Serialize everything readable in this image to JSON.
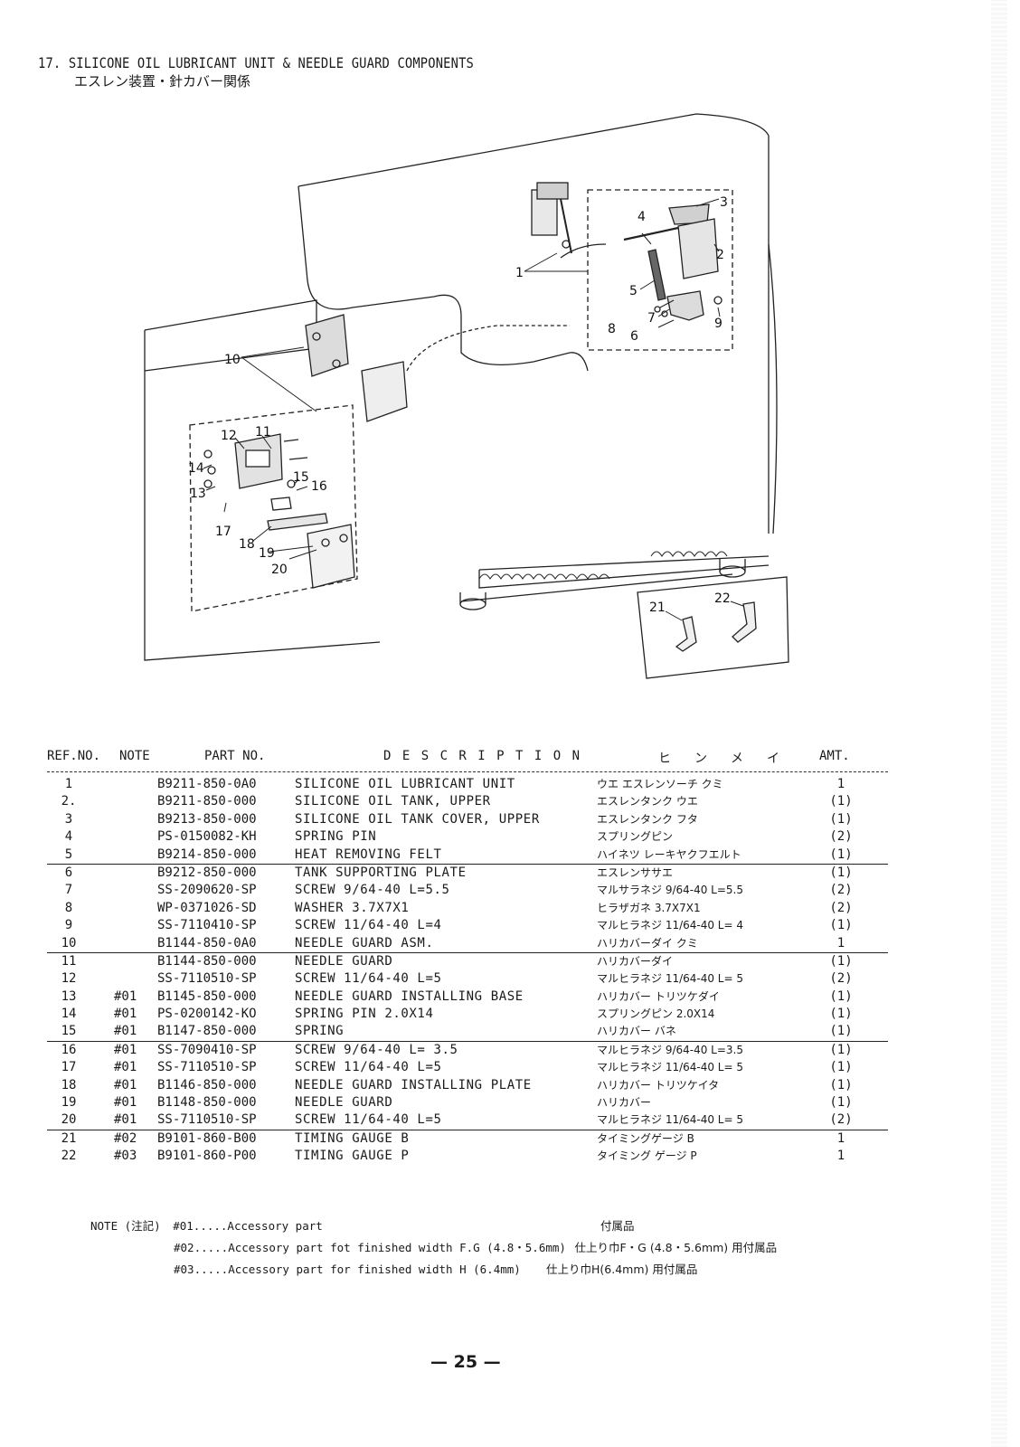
{
  "header": {
    "title_en": "17. SILICONE OIL LUBRICANT UNIT & NEEDLE GUARD COMPONENTS",
    "title_jp": "エスレン装置・針カバー関係"
  },
  "diagram": {
    "callouts": [
      "1",
      "2",
      "3",
      "4",
      "5",
      "6",
      "7",
      "8",
      "9",
      "10",
      "11",
      "12",
      "13",
      "14",
      "15",
      "16",
      "17",
      "18",
      "19",
      "20",
      "21",
      "22"
    ]
  },
  "table": {
    "headers": {
      "ref": "REF.NO.",
      "note": "NOTE",
      "part": "PART NO.",
      "desc": "D E S C R I P T I O N",
      "kana": "ヒ　ン　メ　イ",
      "amt": "AMT."
    },
    "rows": [
      {
        "ref": "1",
        "note": "",
        "part": "B9211-850-0A0",
        "desc": "SILICONE OIL LUBRICANT UNIT",
        "kana": "ウエ エスレンソーチ クミ",
        "amt": "1"
      },
      {
        "ref": "2.",
        "note": "",
        "part": "B9211-850-000",
        "desc": "SILICONE OIL TANK, UPPER",
        "kana": "エスレンタンク ウエ",
        "amt": "(1)"
      },
      {
        "ref": "3",
        "note": "",
        "part": "B9213-850-000",
        "desc": "SILICONE OIL TANK COVER, UPPER",
        "kana": "エスレンタンク フタ",
        "amt": "(1)"
      },
      {
        "ref": "4",
        "note": "",
        "part": "PS-0150082-KH",
        "desc": "SPRING PIN",
        "kana": "スプリングピン",
        "amt": "(2)"
      },
      {
        "ref": "5",
        "note": "",
        "part": "B9214-850-000",
        "desc": "HEAT REMOVING FELT",
        "kana": "ハイネツ レーキヤクフエルト",
        "amt": "(1)"
      },
      {
        "ref": "6",
        "note": "",
        "part": "B9212-850-000",
        "desc": "TANK SUPPORTING PLATE",
        "kana": "エスレンササエ",
        "amt": "(1)"
      },
      {
        "ref": "7",
        "note": "",
        "part": "SS-2090620-SP",
        "desc": "SCREW 9/64-40 L=5.5",
        "kana": "マルサラネジ 9/64-40 L=5.5",
        "amt": "(2)"
      },
      {
        "ref": "8",
        "note": "",
        "part": "WP-0371026-SD",
        "desc": "WASHER 3.7X7X1",
        "kana": "ヒラザガネ 3.7X7X1",
        "amt": "(2)"
      },
      {
        "ref": "9",
        "note": "",
        "part": "SS-7110410-SP",
        "desc": "SCREW  11/64-40 L=4",
        "kana": "マルヒラネジ 11/64-40 L= 4",
        "amt": "(1)"
      },
      {
        "ref": "10",
        "note": "",
        "part": "B1144-850-0A0",
        "desc": "NEEDLE GUARD ASM.",
        "kana": "ハリカバーダイ クミ",
        "amt": "1"
      },
      {
        "ref": "11",
        "note": "",
        "part": "B1144-850-000",
        "desc": "NEEDLE GUARD",
        "kana": "ハリカバーダイ",
        "amt": "(1)"
      },
      {
        "ref": "12",
        "note": "",
        "part": "SS-7110510-SP",
        "desc": "SCREW  11/64-40 L=5",
        "kana": "マルヒラネジ 11/64-40 L= 5",
        "amt": "(2)"
      },
      {
        "ref": "13",
        "note": "#01",
        "part": "B1145-850-000",
        "desc": "NEEDLE GUARD INSTALLING BASE",
        "kana": "ハリカバー トリツケダイ",
        "amt": "(1)"
      },
      {
        "ref": "14",
        "note": "#01",
        "part": "PS-0200142-KO",
        "desc": "SPRING PIN 2.0X14",
        "kana": "スプリングピン 2.0X14",
        "amt": "(1)"
      },
      {
        "ref": "15",
        "note": "#01",
        "part": "B1147-850-000",
        "desc": "SPRING",
        "kana": "ハリカバー バネ",
        "amt": "(1)"
      },
      {
        "ref": "16",
        "note": "#01",
        "part": "SS-7090410-SP",
        "desc": "SCREW 9/64-40 L= 3.5",
        "kana": "マルヒラネジ 9/64-40 L=3.5",
        "amt": "(1)"
      },
      {
        "ref": "17",
        "note": "#01",
        "part": "SS-7110510-SP",
        "desc": "SCREW  11/64-40 L=5",
        "kana": "マルヒラネジ 11/64-40 L= 5",
        "amt": "(1)"
      },
      {
        "ref": "18",
        "note": "#01",
        "part": "B1146-850-000",
        "desc": "NEEDLE GUARD INSTALLING PLATE",
        "kana": "ハリカバー トリツケイタ",
        "amt": "(1)"
      },
      {
        "ref": "19",
        "note": "#01",
        "part": "B1148-850-000",
        "desc": "NEEDLE GUARD",
        "kana": "ハリカバー",
        "amt": "(1)"
      },
      {
        "ref": "20",
        "note": "#01",
        "part": "SS-7110510-SP",
        "desc": "SCREW  11/64-40 L=5",
        "kana": "マルヒラネジ 11/64-40 L= 5",
        "amt": "(2)"
      },
      {
        "ref": "21",
        "note": "#02",
        "part": "B9101-860-B00",
        "desc": "TIMING GAUGE B",
        "kana": "タイミングゲージ B",
        "amt": "1"
      },
      {
        "ref": "22",
        "note": "#03",
        "part": "B9101-860-P00",
        "desc": "TIMING GAUGE P",
        "kana": "タイミング ゲージ P",
        "amt": "1"
      }
    ]
  },
  "notes": {
    "label": "NOTE (注記)",
    "n1": "#01.....Accessory part",
    "n1_jp": "付属品",
    "n2": "#02.....Accessory part fot finished width F.G (4.8・5.6mm)",
    "n2_jp": "仕上り巾F・G (4.8・5.6mm) 用付属品",
    "n3": "#03.....Accessory part for finished width H (6.4mm)",
    "n3_jp": "仕上り巾H(6.4mm) 用付属品"
  },
  "footer": {
    "page": "— 25 —"
  }
}
